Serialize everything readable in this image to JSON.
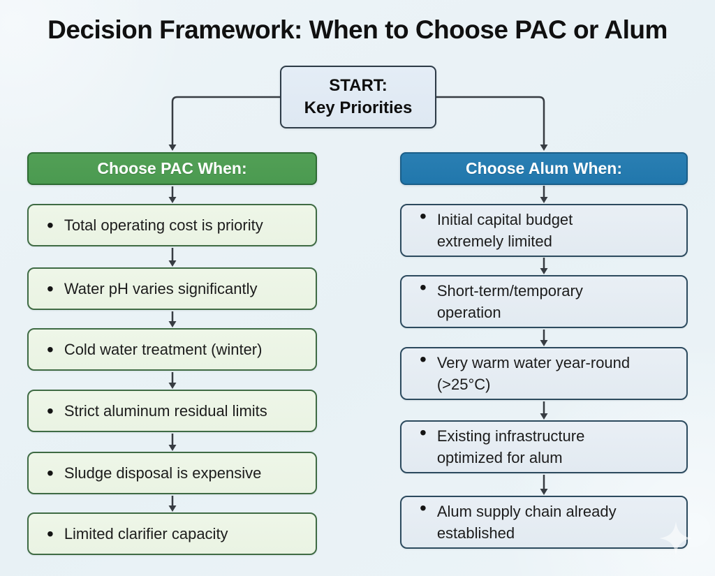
{
  "title": "Decision Framework: When to Choose PAC or Alum",
  "start_node": {
    "line1": "START:",
    "line2": "Key Priorities"
  },
  "bullet": "•",
  "pac_branch": {
    "header": "Choose PAC When:",
    "items": [
      "Total operating cost is priority",
      "Water pH varies significantly",
      "Cold water treatment (winter)",
      "Strict aluminum residual limits",
      "Sludge disposal is expensive",
      "Limited clarifier capacity"
    ]
  },
  "alum_branch": {
    "header": "Choose Alum When:",
    "items": [
      "Initial capital budget extremely limited",
      "Short-term/temporary operation",
      "Very warm water year-round (>25°C)",
      "Existing infrastructure optimized for alum",
      "Alum supply chain already established"
    ]
  },
  "colors": {
    "background": "#e8f1f5",
    "pac_header_fill": "#4b9a50",
    "pac_header_border": "#2e6b33",
    "pac_item_fill": "#eaf3e3",
    "pac_item_border": "#3f6b44",
    "alum_header_fill": "#2177ac",
    "alum_header_border": "#1b5e88",
    "alum_item_fill": "#e2eaf1",
    "alum_item_border": "#2c4a5e",
    "start_fill": "#dee8f2",
    "start_border": "#2d3b47",
    "connector": "#373c42",
    "title_text": "#101010",
    "header_text": "#ffffff",
    "item_text": "#1c1c1c"
  }
}
